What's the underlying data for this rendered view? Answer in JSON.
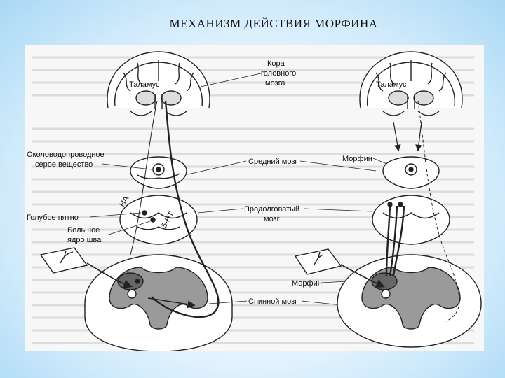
{
  "title": "МЕХАНИЗМ ДЕЙСТВИЯ МОРФИНА",
  "labels": {
    "cortex_line1": "Кора",
    "cortex_line2": "головного",
    "cortex_line3": "мозга",
    "thalamus_left": "Таламус",
    "thalamus_right": "Таламус",
    "pag_line1": "Околоводопроводное",
    "pag_line2": "серое вещество",
    "midbrain": "Средний мозг",
    "morphine_top": "Морфин",
    "locus_coeruleus": "Голубое пятно",
    "medulla_line1": "Продолговатый",
    "medulla_line2": "мозг",
    "raphe_line1": "Большое",
    "raphe_line2": "ядро шва",
    "morphine_bottom": "Морфин",
    "spinal_cord": "Спинной мозг",
    "na_label": "НА",
    "serotonin_label": "5-НТ"
  },
  "colors": {
    "ink": "#222222",
    "gray_matter": "#9a9a9a",
    "figure_bg": "#f7f7f7"
  }
}
